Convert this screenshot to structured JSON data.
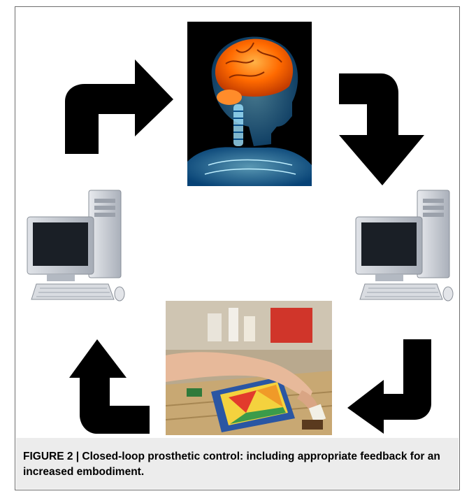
{
  "figure": {
    "caption": "FIGURE 2 | Closed-loop prosthetic control: including appropriate feedback for an increased embodiment.",
    "nodes": [
      {
        "id": "brain",
        "icon": "brain-xray-image"
      },
      {
        "id": "computer-right",
        "icon": "desktop-computer-icon"
      },
      {
        "id": "prosthetic-task",
        "icon": "prosthetic-arm-puzzle-photo"
      },
      {
        "id": "computer-left",
        "icon": "desktop-computer-icon"
      }
    ],
    "flow": [
      "brain",
      "computer-right",
      "prosthetic-task",
      "computer-left",
      "brain"
    ],
    "colors": {
      "arrow": "#000000",
      "caption_bg": "#ececec",
      "frame": "#6e6e6e"
    }
  }
}
